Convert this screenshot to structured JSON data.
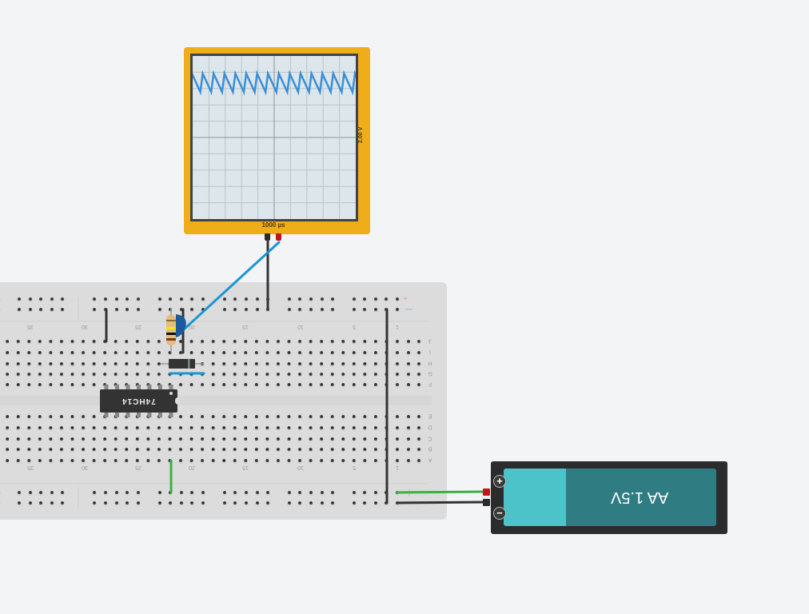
{
  "oscilloscope": {
    "time_per_div": "1000 µs",
    "volts_per_div": "2.00 V",
    "trace_color": "#3a8fd8",
    "body_color": "#f0ad1a"
  },
  "breadboard": {
    "column_labels": [
      "35",
      "30",
      "25",
      "20",
      "15",
      "10",
      "5",
      "1"
    ],
    "row_labels_top": [
      "J",
      "I",
      "H",
      "G",
      "F"
    ],
    "row_labels_bottom": [
      "E",
      "D",
      "C",
      "B",
      "A"
    ],
    "rail_plus": "+",
    "rail_minus": "−"
  },
  "chip": {
    "label": "74HC14"
  },
  "battery": {
    "label": "AA 1.5V",
    "plus": "+",
    "minus": "−"
  },
  "colors": {
    "wire_blue": "#1a96d4",
    "wire_black": "#333333",
    "wire_green": "#3cb043",
    "capacitor": "#1c5a9e",
    "rail_plus": "#f3a6a6",
    "rail_minus": "#a6c6ea"
  }
}
